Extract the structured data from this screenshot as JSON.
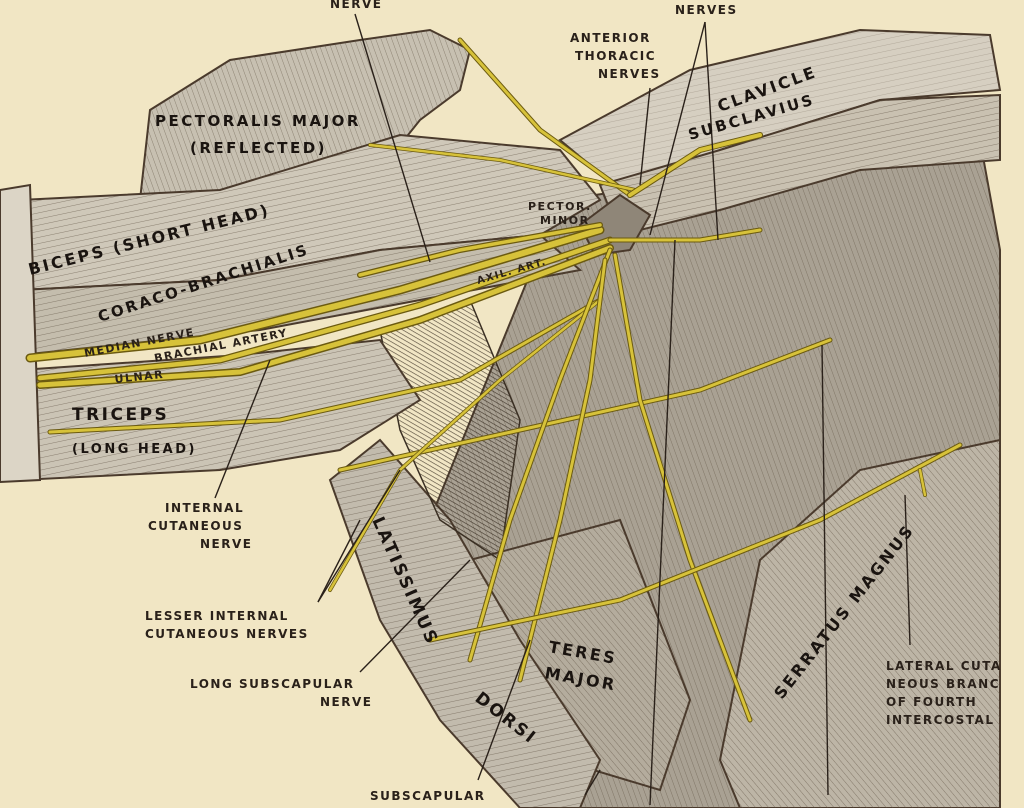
{
  "labels": {
    "top_nerve": "NERVE",
    "top_nerves": "NERVES",
    "anterior_thoracic_1": "ANTERIOR",
    "anterior_thoracic_2": "THORACIC",
    "anterior_thoracic_3": "NERVES",
    "clavicle": "CLAVICLE",
    "subclavius": "SUBCLAVIUS",
    "pectoralis_major": "PECTORALIS MAJOR",
    "reflected": "(REFLECTED)",
    "pector_1": "PECTOR.",
    "pector_2": "MINOR",
    "biceps": "BICEPS (SHORT HEAD)",
    "coraco": "CORACO-BRACHIALIS",
    "axil_art": "AXIL. ART.",
    "median_nerve": "MEDIAN NERVE",
    "brachial_artery": "BRACHIAL ARTERY",
    "ulnar": "ULNAR",
    "triceps": "TRICEPS",
    "long_head": "(LONG HEAD)",
    "internal_cutaneous_1": "INTERNAL",
    "internal_cutaneous_2": "CUTANEOUS",
    "internal_cutaneous_3": "NERVE",
    "lesser_internal_1": "LESSER INTERNAL",
    "lesser_internal_2": "CUTANEOUS NERVES",
    "long_subscapular_1": "LONG SUBSCAPULAR",
    "long_subscapular_2": "NERVE",
    "subscapular": "SUBSCAPULAR",
    "latissimus": "LATISSIMUS",
    "dorsi": "DORSI",
    "teres": "TERES",
    "major": "MAJOR",
    "serratus": "SERRATUS MAGNUS",
    "lateral_1": "LATERAL CUTA",
    "lateral_2": "NEOUS BRANC",
    "lateral_3": "OF FOURTH",
    "lateral_4": "INTERCOSTAL"
  },
  "colors": {
    "paper": "#f1e6c4",
    "nerve": "#d7c23a",
    "muscle": "#b9b1a2",
    "ink": "#2a211a"
  }
}
